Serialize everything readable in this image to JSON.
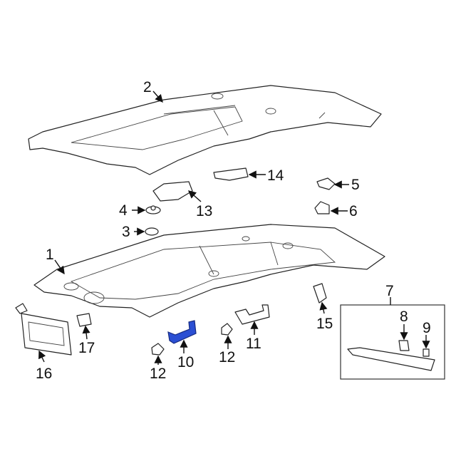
{
  "diagram": {
    "title": "Headliner & Components",
    "callouts": [
      "1",
      "2",
      "3",
      "4",
      "5",
      "6",
      "7",
      "8",
      "9",
      "10",
      "11",
      "12",
      "12",
      "13",
      "14",
      "15",
      "16",
      "17"
    ],
    "highlight_part": "10",
    "highlight_color": "#2b4fd3"
  }
}
